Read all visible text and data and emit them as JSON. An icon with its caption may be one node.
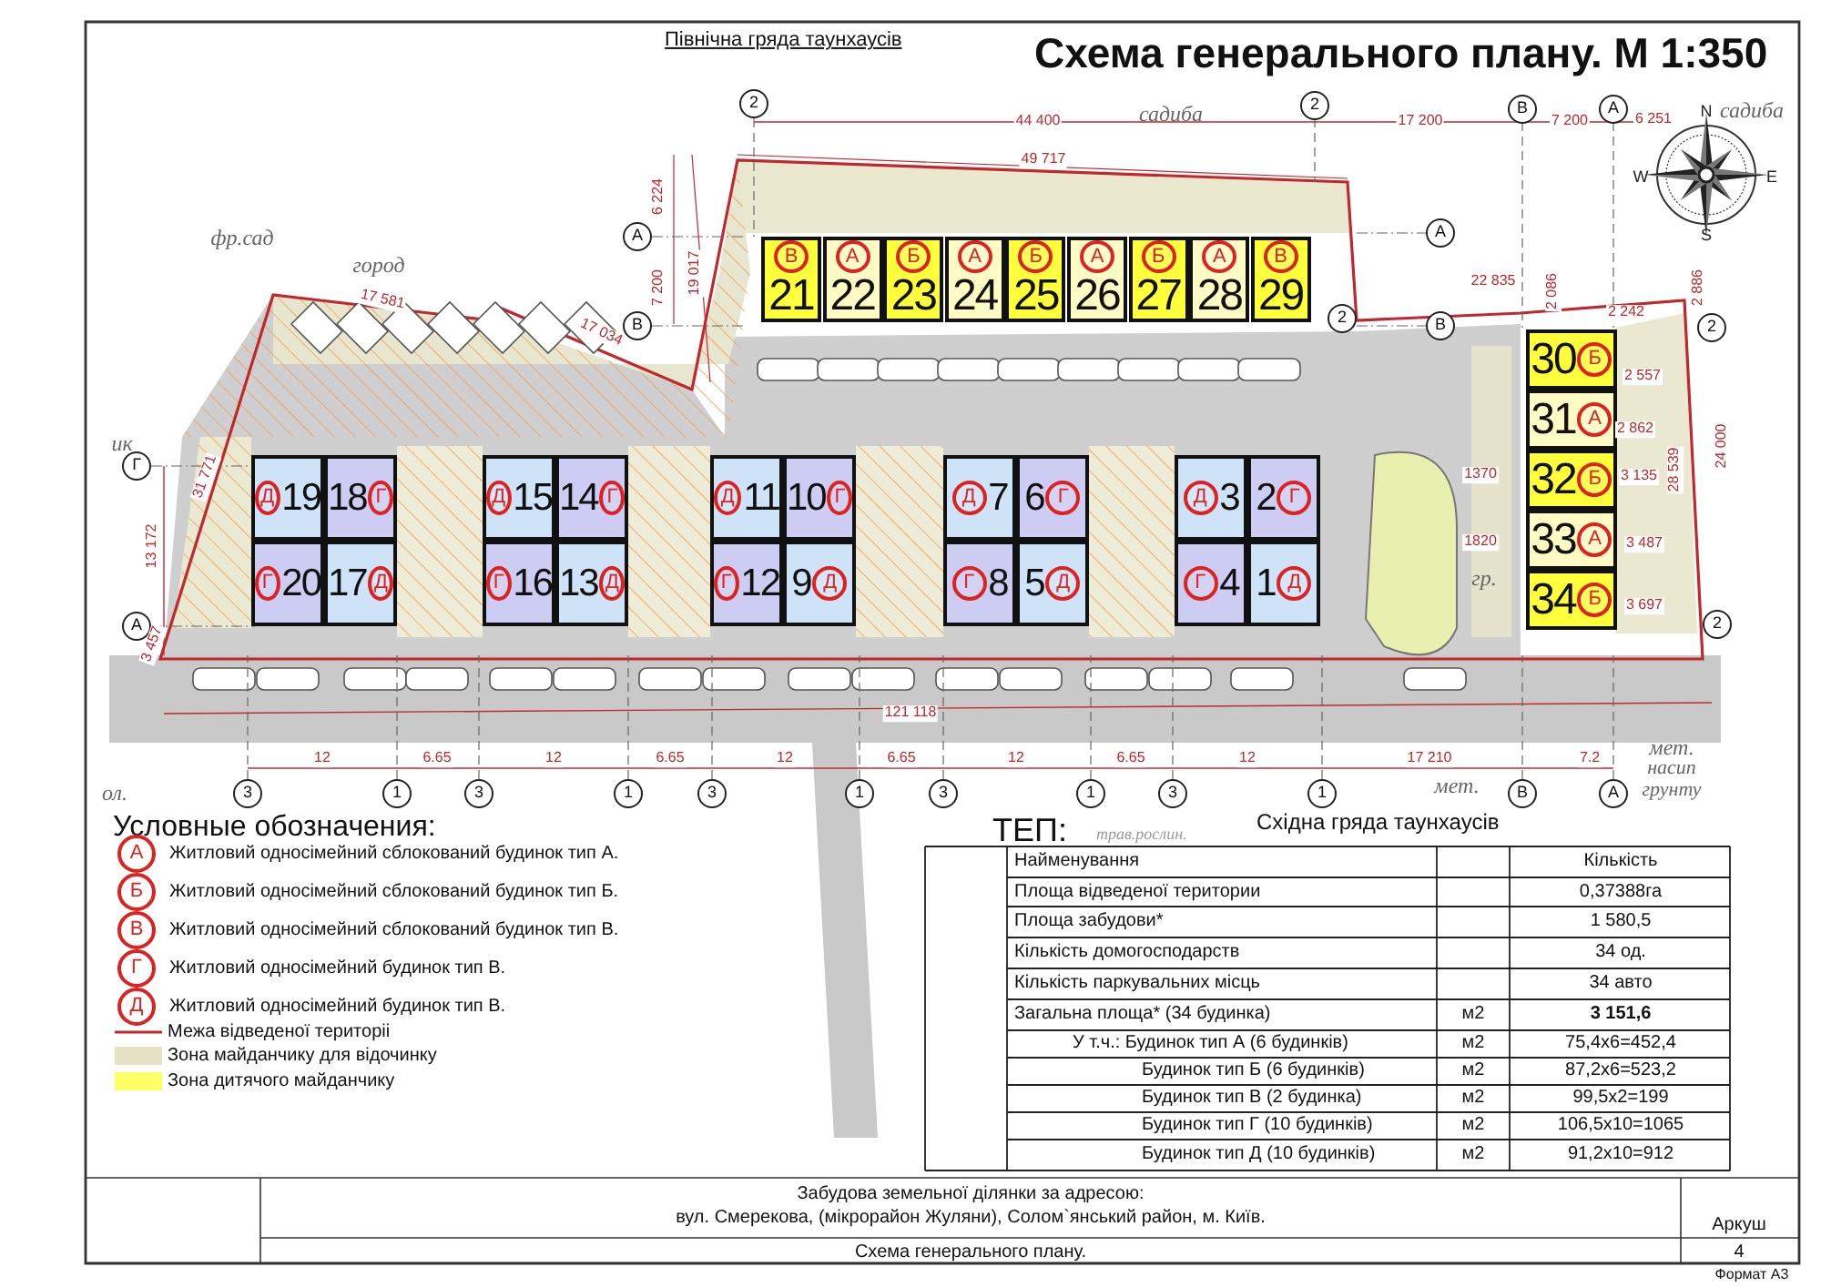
{
  "diagram": {
    "title": "Схема генерального плану. М 1:350",
    "nodes": [
      {
        "text": [
          "В",
          "21"
        ]
      },
      {
        "text": [
          "А",
          "22"
        ]
      },
      {
        "text": [
          "Б",
          "23"
        ]
      },
      {
        "text": [
          "А",
          "24"
        ]
      },
      {
        "text": [
          "Б",
          "25"
        ]
      },
      {
        "text": [
          "А",
          "26"
        ]
      },
      {
        "text": [
          "Б",
          "27"
        ]
      },
      {
        "text": [
          "А",
          "28"
        ]
      },
      {
        "text": [
          "В",
          "29"
        ]
      },
      {
        "text": [
          "30",
          "Б"
        ]
      },
      {
        "text": [
          "31",
          "А"
        ]
      },
      {
        "text": [
          "32",
          "Б"
        ]
      },
      {
        "text": [
          "33",
          "А"
        ]
      },
      {
        "text": [
          "34",
          "Б"
        ]
      },
      {
        "text": [
          "Д",
          "19"
        ]
      },
      {
        "text": [
          "18",
          "Г"
        ]
      },
      {
        "text": [
          "Д",
          "15"
        ]
      },
      {
        "text": [
          "14",
          "Г"
        ]
      },
      {
        "text": [
          "Д",
          "11"
        ]
      },
      {
        "text": [
          "10",
          "Г"
        ]
      },
      {
        "text": [
          "Д",
          "7"
        ]
      },
      {
        "text": [
          "6",
          "Г"
        ]
      },
      {
        "text": [
          "Д",
          "3"
        ]
      },
      {
        "text": [
          "2",
          "Г"
        ]
      },
      {
        "text": [
          "Г",
          "20"
        ]
      },
      {
        "text": [
          "17",
          "Д"
        ]
      },
      {
        "text": [
          "Г",
          "16"
        ]
      },
      {
        "text": [
          "13",
          "Д"
        ]
      },
      {
        "text": [
          "Г",
          "12"
        ]
      },
      {
        "text": [
          "9",
          "Д"
        ]
      },
      {
        "text": [
          "Г",
          "8"
        ]
      },
      {
        "text": [
          "5",
          "Д"
        ]
      },
      {
        "text": [
          "Г",
          "4"
        ]
      },
      {
        "text": [
          "1",
          "Д"
        ]
      }
    ],
    "labels": [
      "Північна гряда таунхаусів",
      "2",
      "44 400",
      "садиба",
      "2",
      "17 200",
      "В",
      "7 200",
      "А",
      "6 251",
      "садиба",
      "49 717",
      "N",
      "W",
      "E",
      "S",
      "6 224",
      "А",
      "фр.сад",
      "город",
      "7 200",
      "19 017",
      "А",
      "В",
      "В",
      "2",
      "22 835",
      "2 086",
      "2 242",
      "2 886",
      "2",
      "17 581",
      "17 034",
      "2 557",
      "2 862",
      "24 000",
      "28 539",
      "ик",
      "Г",
      "31 771",
      "1370",
      "3 135",
      "13 172",
      "1820",
      "3 487",
      "гр.",
      "3 697",
      "А",
      "3 457",
      "2",
      "121 118",
      "мет.",
      "12",
      "6.65",
      "12",
      "6.65",
      "12",
      "6.65",
      "12",
      "6.65",
      "12",
      "17 210",
      "7.2",
      "мет.",
      "насип грунту",
      "ол.",
      "3",
      "1",
      "3",
      "1",
      "3",
      "1",
      "3",
      "1",
      "3",
      "1",
      "В",
      "А",
      "Условные обозначения:",
      "ТЕП:",
      "Східна гряда таунхаусів",
      "трав.рослин.",
      "А",
      "Б",
      "В",
      "Г",
      "Д",
      "Найменування",
      "Кількість",
      "Площа відведеної територии",
      "0,37388га",
      "Площа забудови*",
      "1 580,5",
      "Кількість домогосподарств",
      "34 од.",
      "Кількість паркувальних місць",
      "34 авто",
      "Загальна площа* (34 будинка)",
      "м2",
      "3 151,6",
      "У т.ч.: Будинок тип А (6 будинків)",
      "м2",
      "75,4х6=452,4",
      "Будинок тип Б (6 будинків)",
      "м2",
      "87,2х6=523,2",
      "Будинок тип В (2 будинка)",
      "м2",
      "99,5х2=199",
      "Будинок тип Г (10 будинків)",
      "м2",
      "106,5х10=1065",
      "Будинок тип Д (10 будинків)",
      "м2",
      "91,2х10=912",
      "Забудова земельної ділянки за адресою:",
      "вул. Смерекова, (мікрорайон Жуляни), Солом`янський район, м. Київ.",
      "Аркуш",
      "Схема генерального плану.",
      "4",
      "Формат А3"
    ],
    "legend": [
      {
        "text": "Житловий односімейний сблокований будинок тип А."
      },
      {
        "text": "Житловий односімейний сблокований будинок тип Б."
      },
      {
        "text": "Житловий односімейний сблокований будинок тип В."
      },
      {
        "text": "Житловий односімейний будинок тип В."
      },
      {
        "text": "Житловий односімейний будинок тип В."
      },
      {
        "text": "Межа відведеної територіі"
      },
      {
        "text": "Зона майданчику для відочинку",
        "color": "#e4e1c4"
      },
      {
        "text": "Зона дитячого майданчику",
        "color": "#ffff66"
      }
    ]
  }
}
